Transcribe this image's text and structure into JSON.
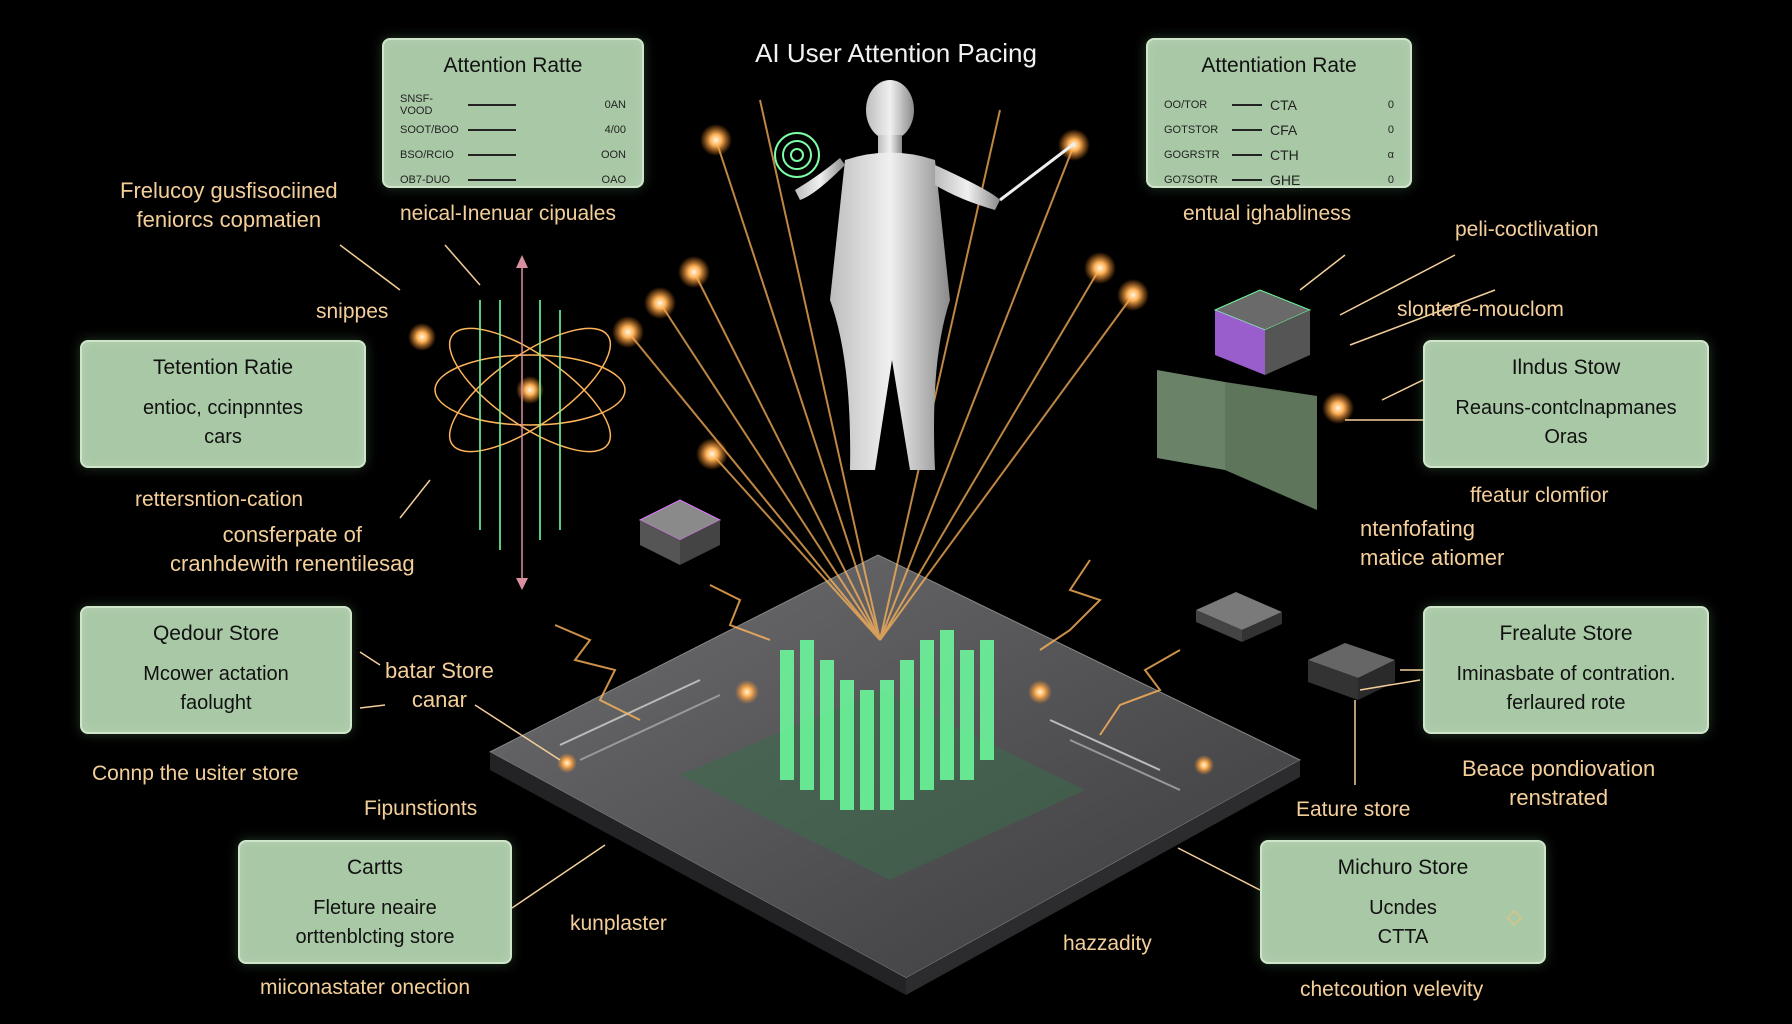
{
  "title": "AI User Attention Pacing",
  "panels": {
    "attention_rate_left": {
      "title": "Attention Ratte",
      "rows": [
        {
          "code": "SNSF-VOOD",
          "value": "0AN"
        },
        {
          "code": "SOOT/BOO",
          "value": "4/00"
        },
        {
          "code": "BSO/RCIO",
          "value": "OON"
        },
        {
          "code": "OB7-DUO",
          "value": "OAO"
        }
      ]
    },
    "attention_rate_right": {
      "title": "Attentiation Rate",
      "rows": [
        {
          "code": "OO/TOR",
          "metric": "CTA",
          "value": "0"
        },
        {
          "code": "GOTSTOR",
          "metric": "CFA",
          "value": "0"
        },
        {
          "code": "GOGRSTR",
          "metric": "CTH",
          "value": "α"
        },
        {
          "code": "GO7SOTR",
          "metric": "GHE",
          "value": "0"
        }
      ]
    },
    "tetention_rate": {
      "title": "Tetention Ratie",
      "lines": [
        "entioc, ccinpnntes",
        "cars"
      ]
    },
    "indus_stow": {
      "title": "Ilndus Stow",
      "lines": [
        "Reauns-contclnapmanes",
        "Oras"
      ]
    },
    "qedour_store": {
      "title": "Qedour Store",
      "lines": [
        "Mcower actation",
        "faolught"
      ]
    },
    "frealute_store": {
      "title": "Frealute Store",
      "lines": [
        "Iminasbate of contration.",
        "ferlaured rote"
      ]
    },
    "carts": {
      "title": "Cartts",
      "lines": [
        "Fleture neaire",
        "orttenblcting store"
      ]
    },
    "michuro_store": {
      "title": "Michuro Store",
      "lines": [
        "Ucndes",
        "CTTA"
      ]
    }
  },
  "labels": {
    "frequency": [
      "Frelucoy gusfisociined",
      "feniorcs copmatien"
    ],
    "neical": "neical-Inenuar cipuales",
    "entual": "entual ighabliness",
    "peli": "peli-coctlivation",
    "slontere": "slontere-mouclom",
    "snippes": "snippes",
    "retention_cation": "rettersntion-cation",
    "consferpate": [
      "consferpate of",
      "cranhdewith renentilesag"
    ],
    "ffeatur": "ffeatur  clomfior",
    "ntenfofating": [
      "ntenfofating",
      "matice atiomer"
    ],
    "batar_store": [
      "batar Store",
      "canar"
    ],
    "conn_user_store": "Connp the usiter  store",
    "beace": [
      "Beace pondiovation",
      "renstrated"
    ],
    "fipunstionts": "Fipunstionts",
    "eature_store": "Eature store",
    "kunplaster": "kunplaster",
    "hazzadity": "hazzadity",
    "miconastater": "miiconastater onection",
    "chetcoution": "chetcoution velevity"
  },
  "colors": {
    "panel": "#a9c9a6",
    "label": "#f4cf9a",
    "glow": "#ffb45a",
    "green": "#6dff9e",
    "background": "#000000"
  }
}
